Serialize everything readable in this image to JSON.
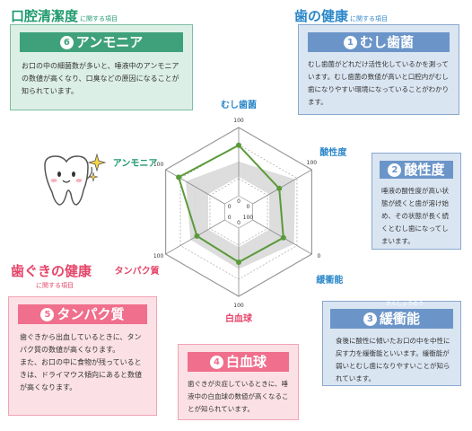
{
  "sections": {
    "oral": {
      "title": "口腔清潔度",
      "sub": "に関する項目"
    },
    "teeth": {
      "title": "歯の健康",
      "sub": "に関する項目"
    },
    "gums": {
      "title": "歯ぐきの健康",
      "sub": "に関する項目"
    }
  },
  "cards": {
    "ammonia": {
      "num": "6",
      "title": "アンモニア",
      "text": "お口の中の細菌数が多いと、唾液中のアンモニアの数値が高くなり、口臭などの原因になることが知られています。"
    },
    "mushi": {
      "num": "1",
      "title": "むし歯菌",
      "text": "むし歯菌がどれだけ活性化しているかを測っています。むし歯菌の数値が高いと口腔内がむし歯になりやすい環境になっていることがわかります。"
    },
    "acid": {
      "num": "2",
      "title": "酸性度",
      "text": "唾液の酸性度が高い状態が続くと歯が溶け始め、その状態が長く続くとむし歯になってしまいます。"
    },
    "buffer": {
      "num": "3",
      "title": "緩衝能",
      "furigana": "かんしょうのう",
      "text": "食後に酸性に傾いたお口の中を中性に戻す力を緩衝能といいます。緩衝能が弱いとむし歯になりやすいことが知られています。"
    },
    "protein": {
      "num": "5",
      "title": "タンパク質",
      "text": "歯ぐきから出血しているときに、タンパク質の数値が高くなります。\nまた、お口の中に食物が残っているときは、ドライマウス傾向にあると数値が高くなります。"
    },
    "wbc": {
      "num": "4",
      "title": "白血球",
      "text": "歯ぐきが炎症しているときに、唾液中の白血球の数値が高くなることが知られています。"
    }
  },
  "chart_data": {
    "type": "radar",
    "axes": [
      "むし歯菌",
      "酸性度",
      "緩衝能",
      "白血球",
      "タンパク質",
      "アンモニア"
    ],
    "axis_colors": [
      "#2b87c9",
      "#2b87c9",
      "#2b87c9",
      "#e5466a",
      "#e5466a",
      "#1f9a6e"
    ],
    "outer_labels": [
      "100",
      "100",
      "0",
      "100",
      "100",
      "100"
    ],
    "inner_labels": [
      "0",
      "0",
      "100",
      "0",
      "0",
      "0"
    ],
    "range": [
      0,
      100
    ],
    "series": [
      {
        "values": [
          74,
          45,
          52,
          50,
          47,
          78
        ],
        "color": "#5a9a3a"
      }
    ],
    "reference_band": {
      "outer": [
        50,
        72,
        70,
        60,
        58,
        66
      ],
      "inner": [
        28,
        28,
        28,
        28,
        28,
        28
      ],
      "color": "#d9d9d9"
    }
  }
}
